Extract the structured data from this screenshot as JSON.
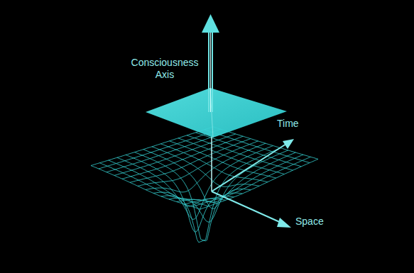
{
  "diagram": {
    "labels": [
      "Consciousness Axis",
      "Time",
      "Space"
    ]
  }
}
